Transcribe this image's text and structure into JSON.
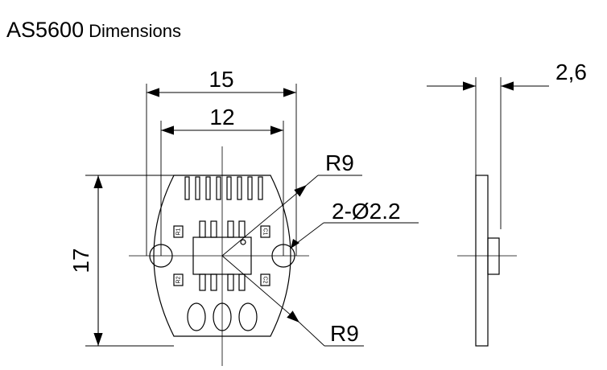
{
  "title": {
    "model": "AS5600",
    "word": "Dimensions"
  },
  "dimensions": {
    "width_outer": "15",
    "width_inner": "12",
    "height": "17",
    "radius_top": "R9",
    "holes": "2-Ø2.2",
    "radius_bottom": "R9",
    "thickness": "2,6"
  },
  "components": {
    "r1": "R1",
    "r2": "R2",
    "c1": "C1",
    "c2": "C2"
  }
}
